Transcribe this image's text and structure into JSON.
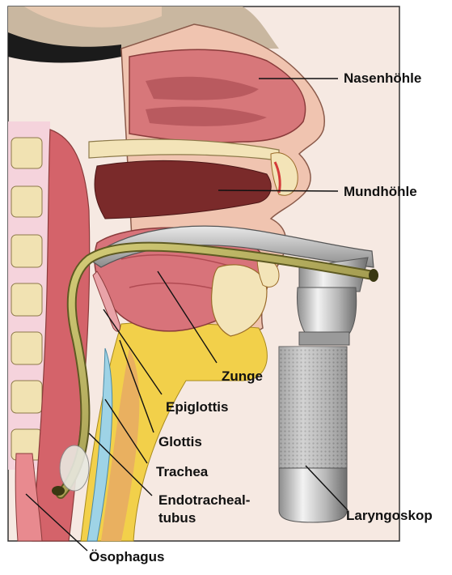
{
  "top_caption": "",
  "labels": {
    "nasenhoehle": "Nasenhöhle",
    "mundhoehle": "Mundhöhle",
    "zunge": "Zunge",
    "epiglottis": "Epiglottis",
    "glottis": "Glottis",
    "trachea": "Trachea",
    "tubus_line1": "Endotracheal-",
    "tubus_line2": "tubus",
    "laryngoskop": "Laryngoskop",
    "oesophagus": "Ösophagus"
  },
  "colors": {
    "tissue_pink": "#e79a9a",
    "cavity_dark": "#7a2a2a",
    "bone": "#f3e4b8",
    "tube": "#a9a04a",
    "metal": "#c8c8c8",
    "fat_yellow": "#f2d04a"
  }
}
